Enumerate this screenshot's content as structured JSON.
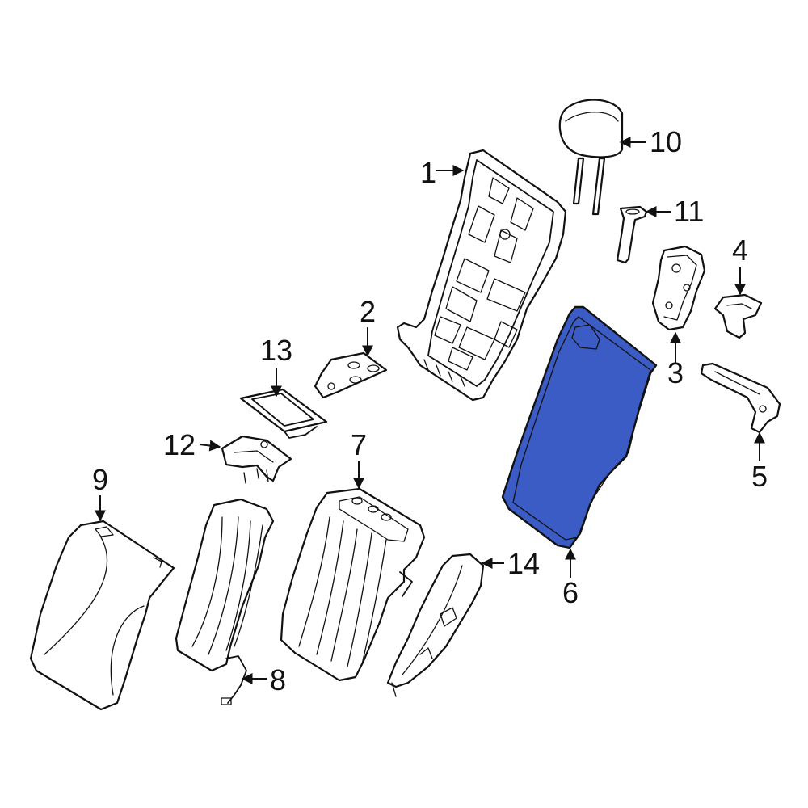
{
  "colors": {
    "line": "#111111",
    "background": "#ffffff",
    "highlight_fill": "#3b5cc4"
  },
  "highlighted_part": "6",
  "callouts": [
    {
      "id": "c1",
      "label": "1"
    },
    {
      "id": "c2",
      "label": "2"
    },
    {
      "id": "c3",
      "label": "3"
    },
    {
      "id": "c4",
      "label": "4"
    },
    {
      "id": "c5",
      "label": "5"
    },
    {
      "id": "c6",
      "label": "6"
    },
    {
      "id": "c7",
      "label": "7"
    },
    {
      "id": "c8",
      "label": "8"
    },
    {
      "id": "c9",
      "label": "9"
    },
    {
      "id": "c10",
      "label": "10"
    },
    {
      "id": "c11",
      "label": "11"
    },
    {
      "id": "c12",
      "label": "12"
    },
    {
      "id": "c13",
      "label": "13"
    },
    {
      "id": "c14",
      "label": "14"
    }
  ]
}
